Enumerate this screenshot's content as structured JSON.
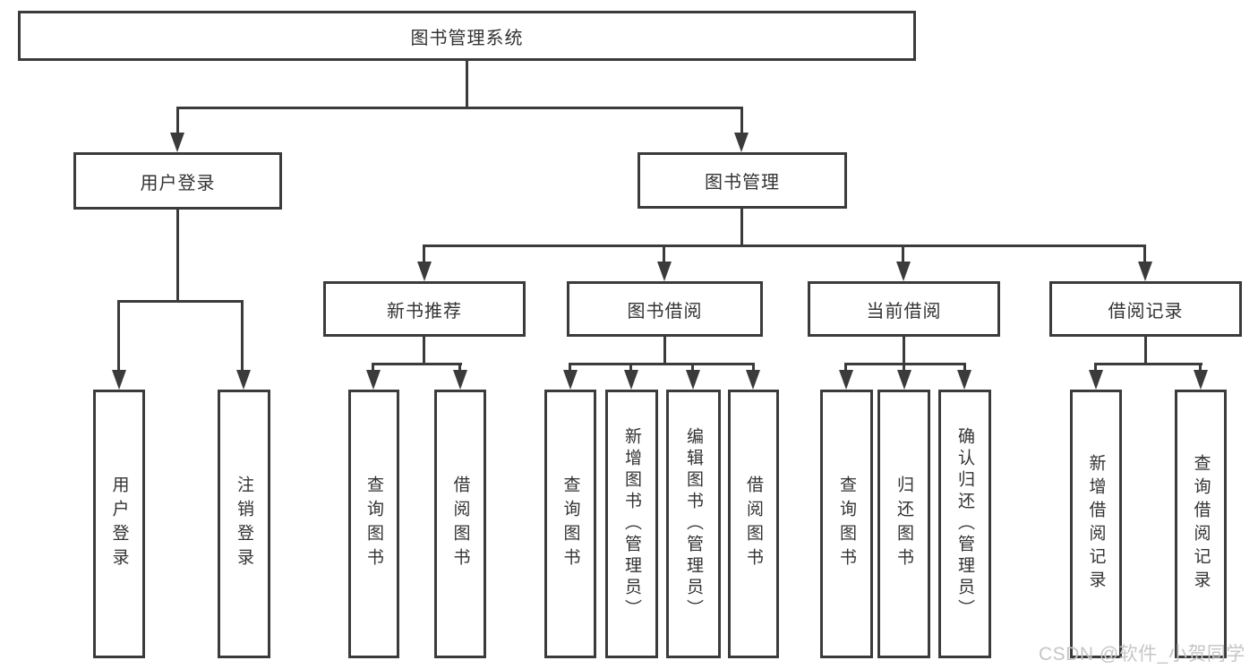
{
  "diagram": {
    "type": "hierarchy-tree",
    "watermark": "CSDN @软件_小贺同学",
    "colors": {
      "line": "#3b3b3b",
      "text": "#333333",
      "watermark": "#c6c6c6",
      "background": "#ffffff"
    },
    "nodes": {
      "root": "图书管理系统",
      "user_login": "用户登录",
      "book_mgmt": "图书管理",
      "user_login_v": "用户登录",
      "logout": "注销登录",
      "new_book_rec": "新书推荐",
      "book_borrow": "图书借阅",
      "current_borrow": "当前借阅",
      "borrow_record": "借阅记录",
      "nb_query": "查询图书",
      "nb_borrow": "借阅图书",
      "bb_query": "查询图书",
      "bb_add": "新增图书（管理员）",
      "bb_edit": "编辑图书（管理员）",
      "bb_borrow": "借阅图书",
      "cb_query": "查询图书",
      "cb_return": "归还图书",
      "cb_confirm": "确认归还（管理员）",
      "br_add": "新增借阅记录",
      "br_query": "查询借阅记录"
    },
    "edges": [
      [
        "图书管理系统",
        "用户登录"
      ],
      [
        "图书管理系统",
        "图书管理"
      ],
      [
        "用户登录",
        "用户登录"
      ],
      [
        "用户登录",
        "注销登录"
      ],
      [
        "图书管理",
        "新书推荐"
      ],
      [
        "图书管理",
        "图书借阅"
      ],
      [
        "图书管理",
        "当前借阅"
      ],
      [
        "图书管理",
        "借阅记录"
      ],
      [
        "新书推荐",
        "查询图书"
      ],
      [
        "新书推荐",
        "借阅图书"
      ],
      [
        "图书借阅",
        "查询图书"
      ],
      [
        "图书借阅",
        "新增图书（管理员）"
      ],
      [
        "图书借阅",
        "编辑图书（管理员）"
      ],
      [
        "图书借阅",
        "借阅图书"
      ],
      [
        "当前借阅",
        "查询图书"
      ],
      [
        "当前借阅",
        "归还图书"
      ],
      [
        "当前借阅",
        "确认归还（管理员）"
      ],
      [
        "借阅记录",
        "新增借阅记录"
      ],
      [
        "借阅记录",
        "查询借阅记录"
      ]
    ]
  }
}
